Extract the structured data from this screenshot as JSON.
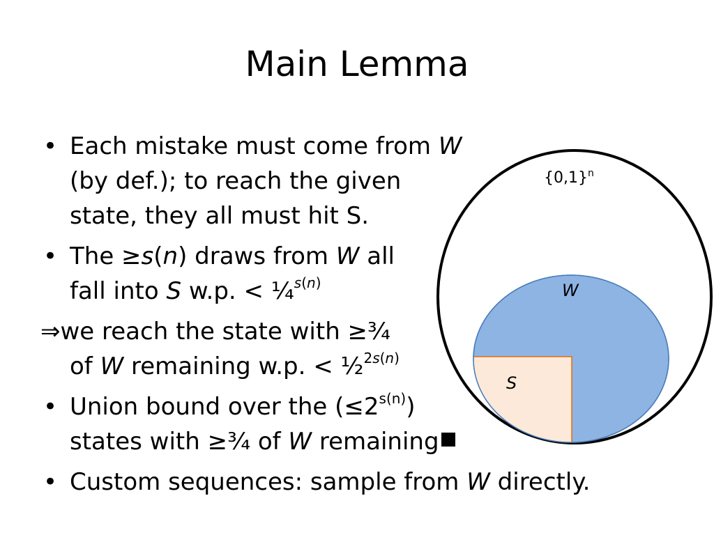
{
  "title": "Main Lemma",
  "bullets": {
    "b1": {
      "l1": "Each mistake must come from ",
      "l1_var": "W",
      "l2": "(by def.); to reach the given",
      "l3": "state, they all must hit S."
    },
    "b2": {
      "l1a": "The ≥",
      "l1_s": "s",
      "l1_paren1": "(",
      "l1_n": "n",
      "l1b": ") draws from ",
      "l1_w": "W",
      "l1c": " all",
      "l2a": "fall into ",
      "l2_s": "S",
      "l2b": " w.p. < ¼",
      "l2_sup_s": "s",
      "l2_sup_p1": "(",
      "l2_sup_n": "n",
      "l2_sup_p2": ")"
    },
    "b3": {
      "arrow": "⇒",
      "l1": "we reach the state with ≥¾",
      "l2a": "of ",
      "l2_w": "W",
      "l2b": " remaining w.p. < ½",
      "l2_sup_a": "2",
      "l2_sup_s": "s",
      "l2_sup_p1": "(",
      "l2_sup_n": "n",
      "l2_sup_p2": ")"
    },
    "b4": {
      "l1a": "Union bound over the (≤2",
      "l1_sup": "s(n)",
      "l1b": ")",
      "l2a": "states with ≥¾ of ",
      "l2_w": "W",
      "l2b": " remaining"
    },
    "b5": {
      "l1a": "Custom sequences: sample from ",
      "l1_w": "W",
      "l1b": " directly."
    }
  },
  "diagram": {
    "universe_label": "{0,1}",
    "universe_sup": "n",
    "w_label": "W",
    "s_label": "S",
    "colors": {
      "outline": "#000000",
      "w_fill": "#8eb4e3",
      "w_stroke": "#4a7ebb",
      "s_fill": "#fde9d9",
      "s_stroke": "#e46c0a"
    }
  }
}
